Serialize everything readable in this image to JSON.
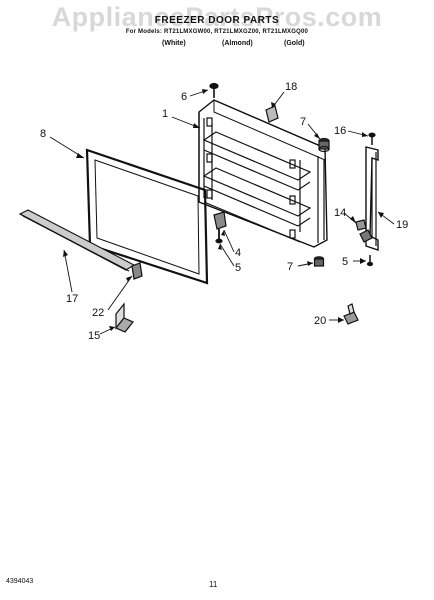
{
  "watermark": "AppliancePartsPros.com",
  "heading": "FREEZER DOOR PARTS",
  "models": "For Models: RT21LMXGW00, RT21LMXGZ00, RT21LMXGQ00",
  "colors": [
    "(White)",
    "(Almond)",
    "(Gold)"
  ],
  "callouts": {
    "c1": "1",
    "c4": "4",
    "c5a": "5",
    "c5b": "5",
    "c6": "6",
    "c7a": "7",
    "c7b": "7",
    "c8": "8",
    "c14": "14",
    "c15": "15",
    "c16": "16",
    "c17": "17",
    "c18": "18",
    "c19": "19",
    "c20": "20",
    "c22": "22"
  },
  "footer": {
    "doc_number": "4394043",
    "page_number": "11"
  }
}
